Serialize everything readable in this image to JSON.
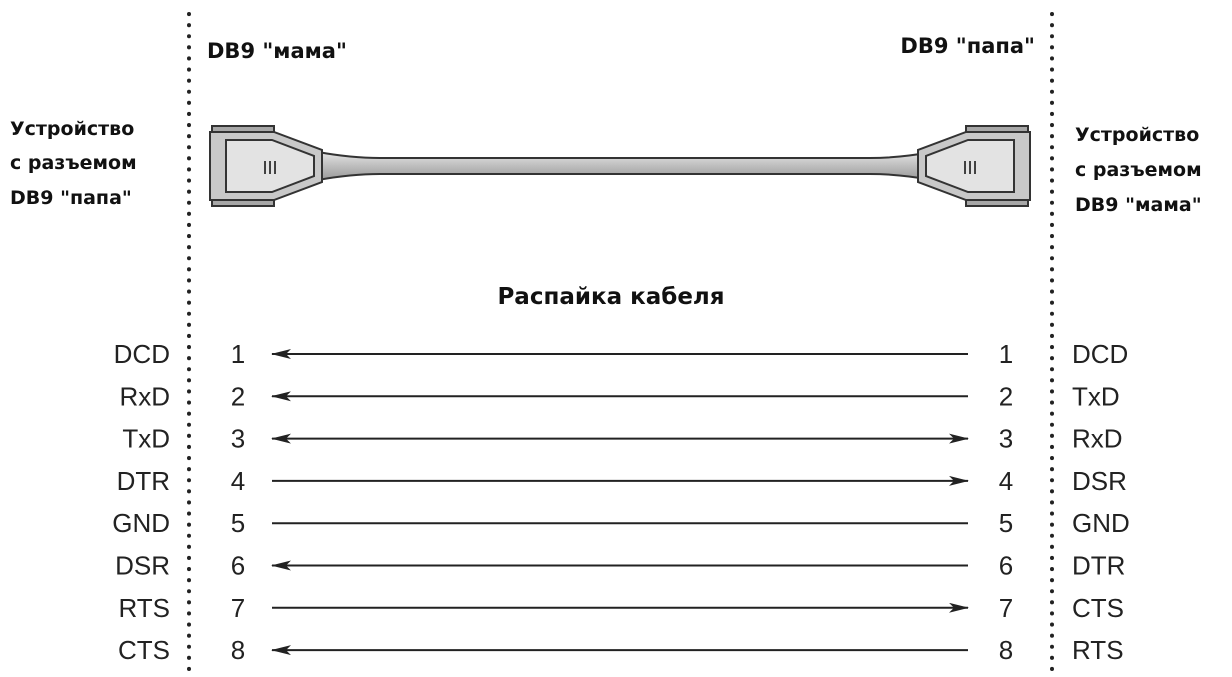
{
  "title": "Распайка кабеля",
  "connectors": {
    "left_label": "DB9 \"мама\"",
    "right_label": "DB9 \"папа\"",
    "plug_mark": "III"
  },
  "devices": {
    "left": [
      "Устройство",
      "с разъемом",
      "DB9 \"папа\""
    ],
    "right": [
      "Устройство",
      "с разъемом",
      "DB9 \"мама\""
    ]
  },
  "pinout": [
    {
      "left_signal": "DCD",
      "left_pin": "1",
      "right_pin": "1",
      "right_signal": "DCD",
      "arrow": "left"
    },
    {
      "left_signal": "RxD",
      "left_pin": "2",
      "right_pin": "2",
      "right_signal": "TxD",
      "arrow": "left"
    },
    {
      "left_signal": "TxD",
      "left_pin": "3",
      "right_pin": "3",
      "right_signal": "RxD",
      "arrow": "both"
    },
    {
      "left_signal": "DTR",
      "left_pin": "4",
      "right_pin": "4",
      "right_signal": "DSR",
      "arrow": "right"
    },
    {
      "left_signal": "GND",
      "left_pin": "5",
      "right_pin": "5",
      "right_signal": "GND",
      "arrow": "none"
    },
    {
      "left_signal": "DSR",
      "left_pin": "6",
      "right_pin": "6",
      "right_signal": "DTR",
      "arrow": "left"
    },
    {
      "left_signal": "RTS",
      "left_pin": "7",
      "right_pin": "7",
      "right_signal": "CTS",
      "arrow": "right"
    },
    {
      "left_signal": "CTS",
      "left_pin": "8",
      "right_pin": "8",
      "right_signal": "RTS",
      "arrow": "left"
    }
  ]
}
